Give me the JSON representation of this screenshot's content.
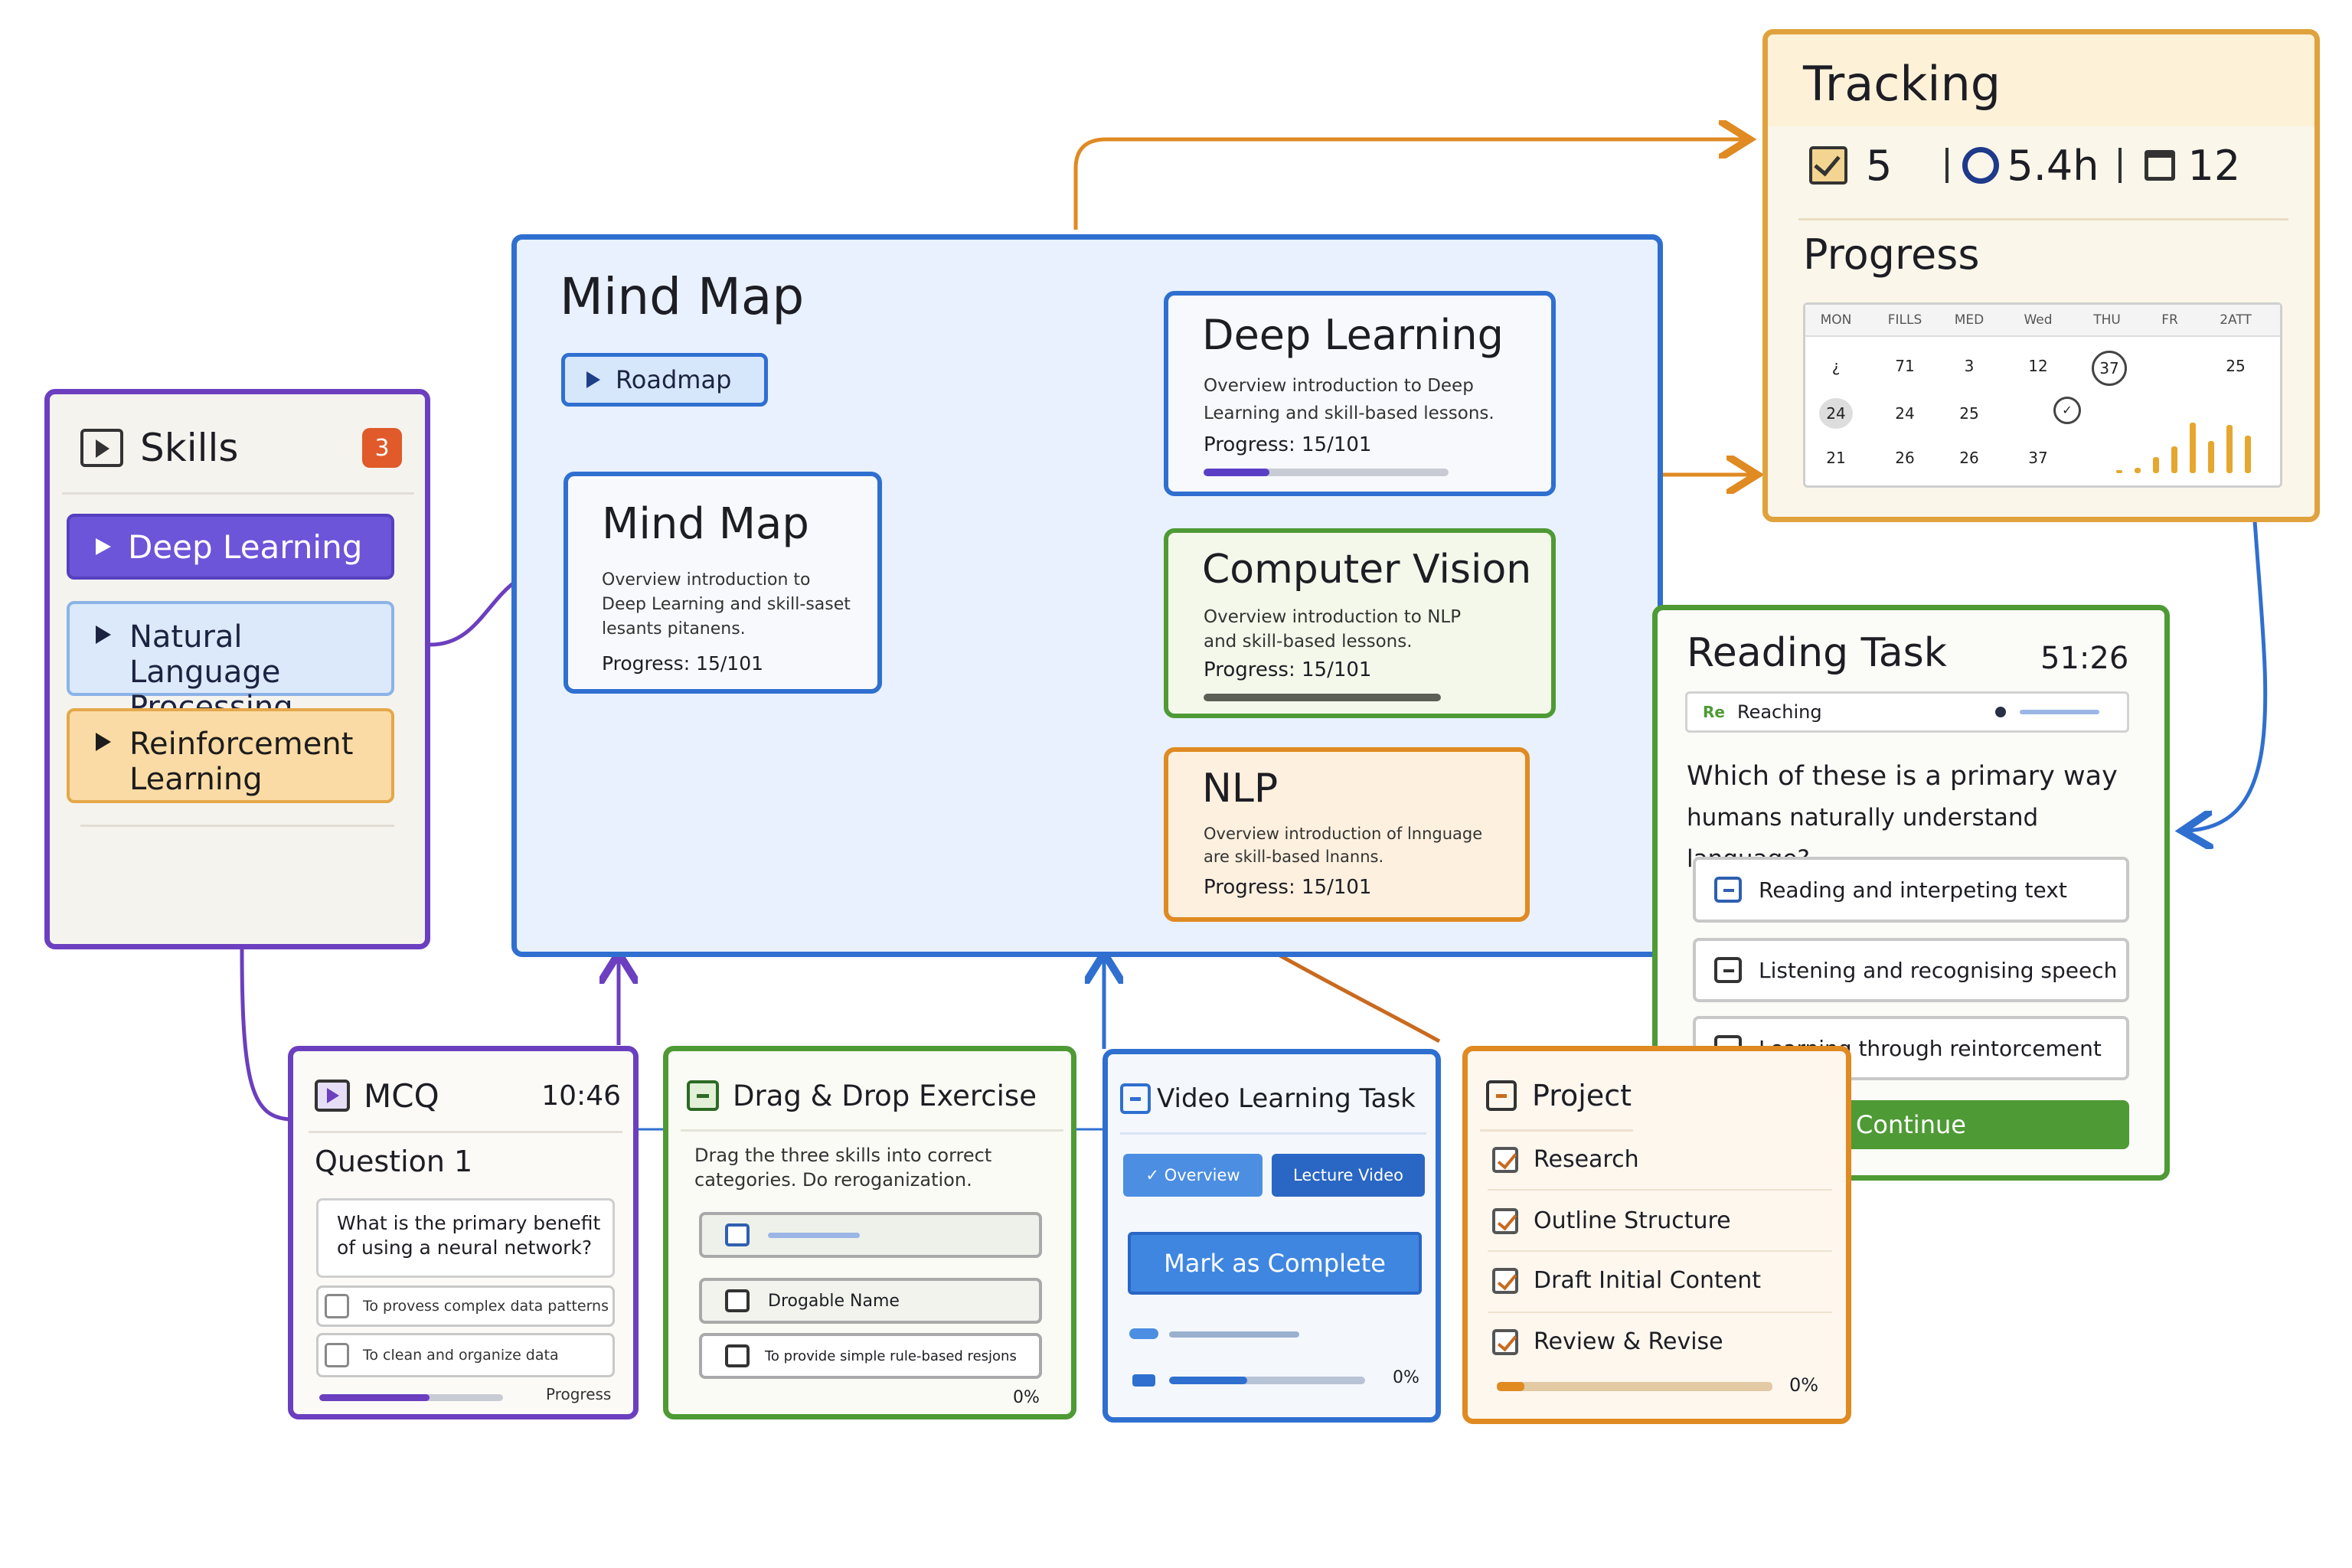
{
  "skills": {
    "title": "Skills",
    "badge": "3",
    "items": [
      {
        "label": "Deep Learning"
      },
      {
        "label_line1": "Natural Language",
        "label_line2": "Processing"
      },
      {
        "label_line1": "Reinforcement",
        "label_line2": "Learning"
      }
    ]
  },
  "mindmap": {
    "title": "Mind Map",
    "roadmap_button": "Roadmap",
    "center": {
      "title": "Mind Map",
      "desc": [
        "Overview introduction to",
        "Deep Learning and skill-saset",
        "lesants pitanens."
      ],
      "progress": "Progress: 15/101"
    },
    "nodes": [
      {
        "title": "Deep Learning",
        "desc": [
          "Overview introduction to Deep",
          "Learning and skill-based lessons."
        ],
        "progress": "Progress: 15/101",
        "progress_value": 0.27
      },
      {
        "title": "Computer Vision",
        "desc": [
          "Overview introduction to NLP",
          "and skill-based lessons."
        ],
        "progress": "Progress: 15/101",
        "progress_value": 1.0
      },
      {
        "title": "NLP",
        "desc": [
          "Overview introduction of lnnguage",
          "are skill-based lnanns."
        ],
        "progress": "Progress: 15/101"
      }
    ]
  },
  "tracking": {
    "title": "Tracking",
    "stats": {
      "tasks": "5",
      "hours": "5.4h",
      "days": "12"
    },
    "progress_title": "Progress",
    "calendar": {
      "days": [
        "MON",
        "FILLS",
        "MED",
        "Wed",
        "THU",
        "FR",
        "2ATT"
      ],
      "rows": [
        [
          "¿",
          "71",
          "3",
          "12",
          "37",
          "",
          "25"
        ],
        [
          "24",
          "24",
          "25",
          "",
          "",
          "",
          ""
        ],
        [
          "21",
          "26",
          "26",
          "37",
          "",
          "",
          ""
        ]
      ],
      "activity_bars": [
        0.06,
        0.1,
        0.3,
        0.5,
        0.95,
        0.6,
        0.9,
        0.7
      ]
    }
  },
  "reading": {
    "title": "Reading Task",
    "timer": "51:26",
    "tag": "Re",
    "tag_label": "Reaching",
    "question_line1": "Which of these is a primary way",
    "question_line2": "humans naturally understand language?",
    "options": [
      "Reading and interpeting text",
      "Listening and recognising speech",
      "Learning through reintorcement"
    ],
    "continue": "Continue"
  },
  "mcq": {
    "title": "MCQ",
    "timer": "10:46",
    "question_title": "Question 1",
    "prompt_line1": "What is the primary benefit",
    "prompt_line2": "of using a neural network?",
    "options": [
      "To provess complex data patterns",
      "To clean and organize data"
    ],
    "progress_label": "Progress",
    "progress_value": 0.6
  },
  "dragdrop": {
    "title": "Drag & Drop Exercise",
    "instr_line1": "Drag the three skills into correct",
    "instr_line2": "categories. Do reroganization.",
    "items": [
      "",
      "Drogable Name",
      "To provide simple rule-based resjons"
    ],
    "percent": "0%"
  },
  "video": {
    "title": "Video Learning Task",
    "tab_overview": "✓ Overview",
    "tab_lecture": "Lecture Video",
    "mark_complete": "Mark as Complete",
    "percent": "0%"
  },
  "project": {
    "title": "Project",
    "items": [
      "Research",
      "Outline Structure",
      "Draft Initial Content",
      "Review & Revise"
    ],
    "percent": "0%",
    "progress_value": 0.1
  },
  "colors": {
    "purple": "#6b3fbf",
    "blue": "#2f6fd0",
    "green": "#4e9a35",
    "orange": "#e08a22",
    "orange_dark": "#c96a1e",
    "light_blue_fill": "#e8f1fd"
  }
}
